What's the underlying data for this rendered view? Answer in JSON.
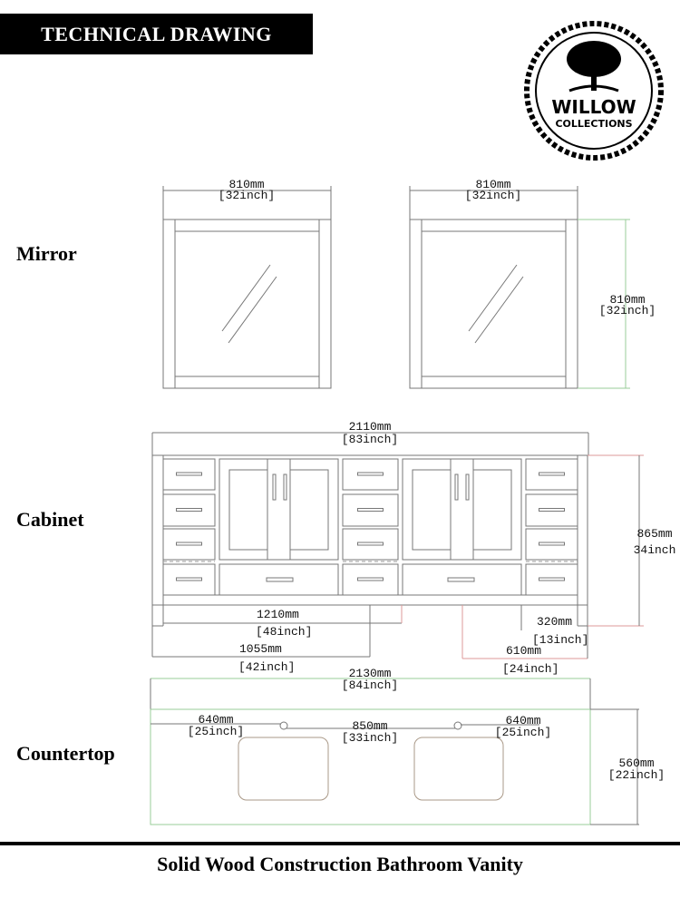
{
  "header": {
    "title": "TECHNICAL DRAWING"
  },
  "logo": {
    "line1": "WILLOW",
    "line2": "COLLECTIONS"
  },
  "sections": {
    "mirror": "Mirror",
    "cabinet": "Cabinet",
    "countertop": "Countertop"
  },
  "mirror": {
    "left_width_mm": "810mm",
    "left_width_in": "[32inch]",
    "right_width_mm": "810mm",
    "right_width_in": "[32inch]",
    "height_mm": "810mm",
    "height_in": "[32inch]"
  },
  "cabinet": {
    "width_mm": "2110mm",
    "width_in": "[83inch]",
    "height_mm": "865mm",
    "height_in": "34inch",
    "d1_mm": "1210mm",
    "d1_in": "[48inch]",
    "d2_mm": "1055mm",
    "d2_in": "[42inch]",
    "d3_mm": "320mm",
    "d3_in": "[13inch]",
    "d4_mm": "610mm",
    "d4_in": "[24inch]"
  },
  "countertop": {
    "width_mm": "2130mm",
    "width_in": "[84inch]",
    "depth_mm": "560mm",
    "depth_in": "[22inch]",
    "left_mm": "640mm",
    "left_in": "[25inch]",
    "center_mm": "850mm",
    "center_in": "[33inch]",
    "right_mm": "640mm",
    "right_in": "[25inch]"
  },
  "footer": {
    "title": "Solid Wood Construction Bathroom Vanity"
  }
}
